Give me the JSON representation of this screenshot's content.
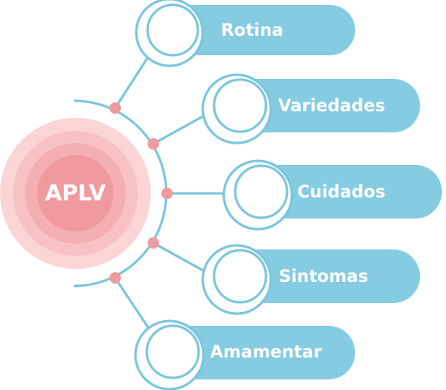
{
  "center": {
    "label": "APLV"
  },
  "items": [
    {
      "label": "Rotina"
    },
    {
      "label": "Variedades"
    },
    {
      "label": "Cuidados"
    },
    {
      "label": "Sintomas"
    },
    {
      "label": "Amamentar"
    }
  ],
  "colors": {
    "pill": "#85cbe2",
    "outline": "#7bc6dd",
    "dot": "#ef9a9e",
    "center_outer": "#fbd5d6",
    "center_mid1": "#f8c2c4",
    "center_mid2": "#f4afb2",
    "center_inner": "#f09a9e"
  }
}
